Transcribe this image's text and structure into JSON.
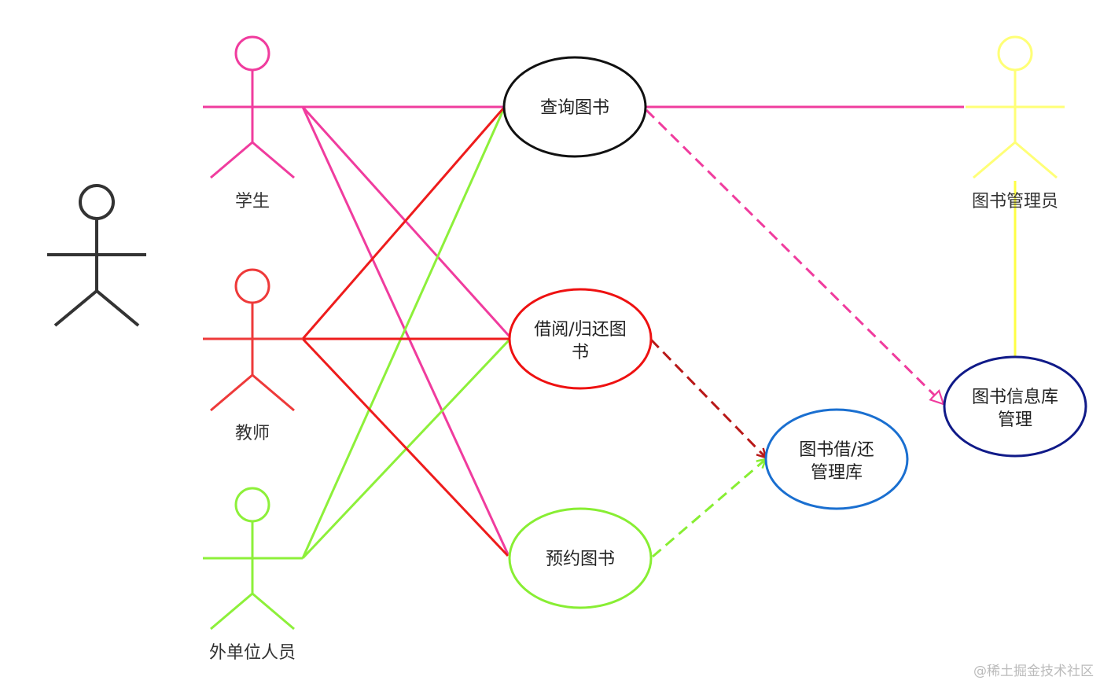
{
  "colors": {
    "student": "#f03c9e",
    "teacher": "#ee1c1c",
    "external": "#8df03a",
    "librarian": "#ffff66",
    "actor_generic": "#333333",
    "query_ellipse": "#111111",
    "borrow_ellipse": "#ee1111",
    "reserve_ellipse": "#88ee33",
    "borrow_mgmt_ellipse": "#1a6fd0",
    "info_mgmt_ellipse": "#101a88",
    "dash_borrow": "#b81818",
    "dash_reserve": "#88ee33",
    "dash_query": "#f03c9e"
  },
  "actors": {
    "generic": {
      "label": ""
    },
    "student": {
      "label": "学生"
    },
    "teacher": {
      "label": "教师"
    },
    "external": {
      "label": "外单位人员"
    },
    "librarian": {
      "label": "图书管理员"
    }
  },
  "use_cases": {
    "query": {
      "lines": [
        "查询图书"
      ]
    },
    "borrow": {
      "lines": [
        "借阅/归还图",
        "书"
      ]
    },
    "reserve": {
      "lines": [
        "预约图书"
      ]
    },
    "borrow_mgmt": {
      "lines": [
        "图书借/还",
        "管理库"
      ]
    },
    "info_mgmt": {
      "lines": [
        "图书信息库",
        "管理"
      ]
    }
  },
  "watermark": "@稀土掘金技术社区"
}
